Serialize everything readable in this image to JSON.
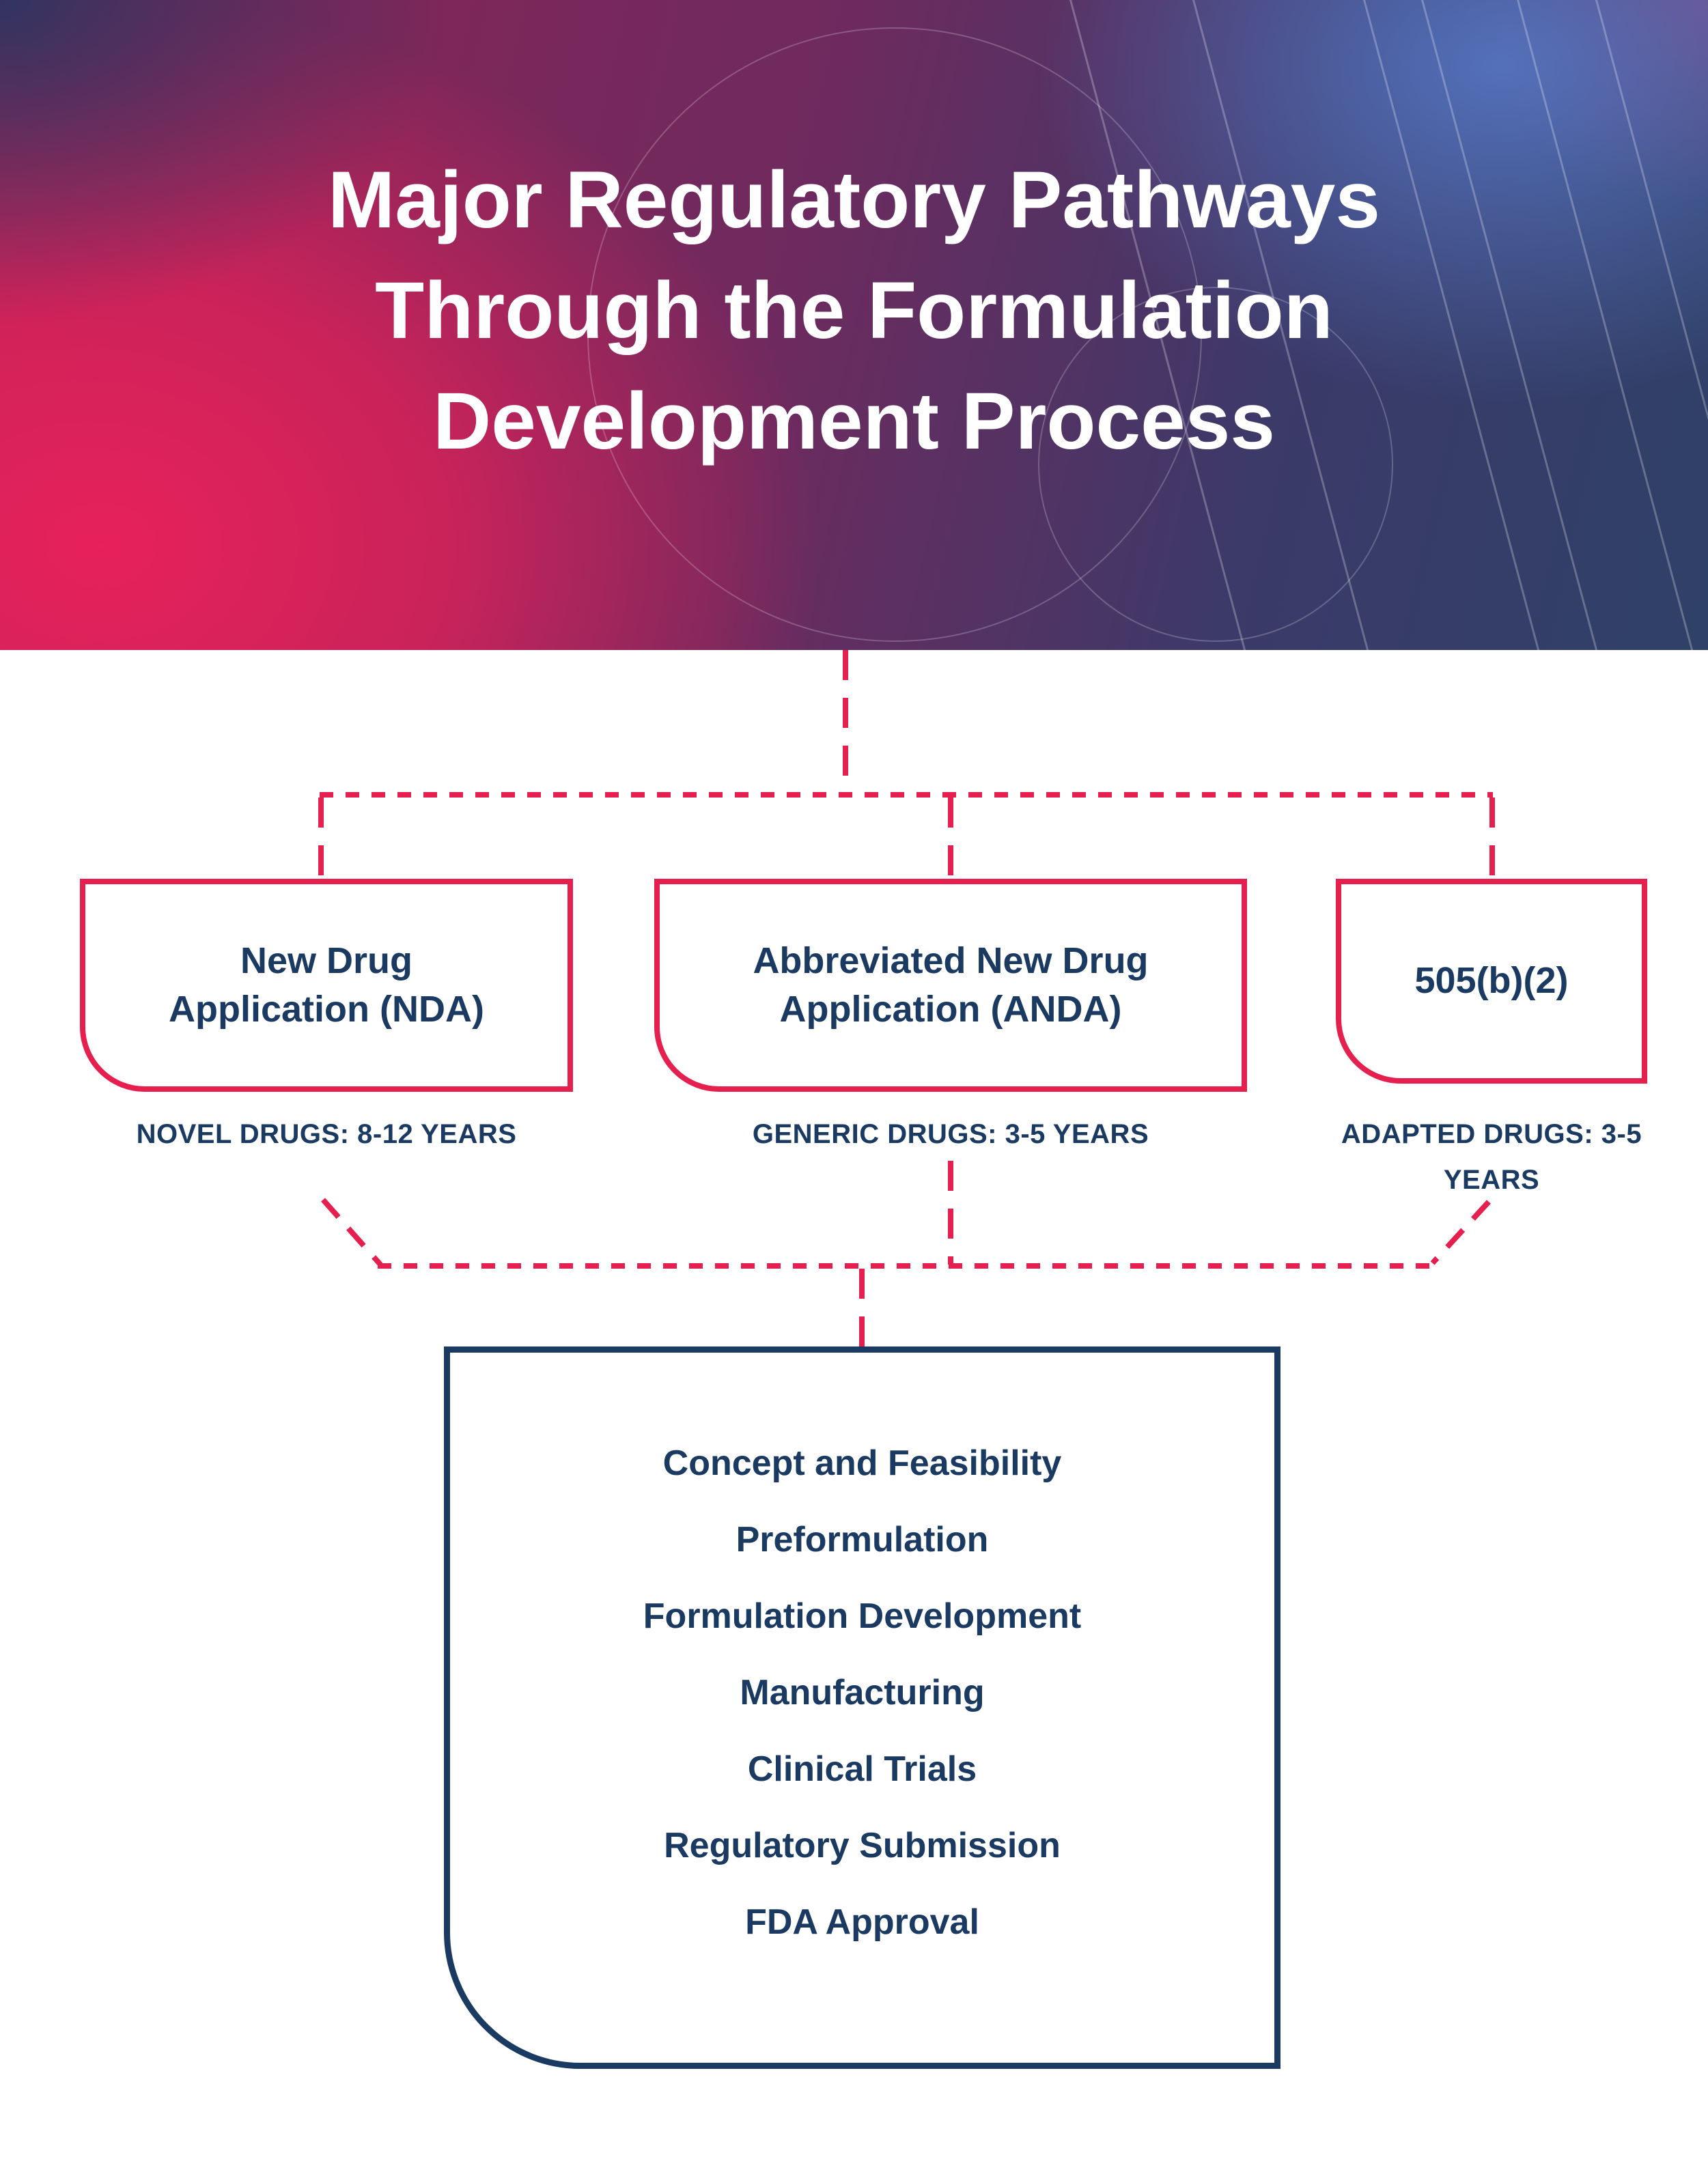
{
  "colors": {
    "accent_red": "#E6204E",
    "text_navy": "#1B3A62",
    "header_left": "#E7215A",
    "header_right": "#2F4168",
    "header_blue_glow": "#587AC8",
    "background": "#FFFFFF"
  },
  "header": {
    "title_lines": [
      "Major Regulatory Pathways",
      "Through the Formulation",
      "Development Process"
    ]
  },
  "pathways": [
    {
      "title": "New Drug Application (NDA)",
      "caption": "NOVEL DRUGS: 8-12 YEARS"
    },
    {
      "title": "Abbreviated New Drug Application (ANDA)",
      "caption": "GENERIC DRUGS: 3-5 YEARS"
    },
    {
      "title": "505(b)(2)",
      "caption": "ADAPTED DRUGS: 3-5 YEARS"
    }
  ],
  "process_box": {
    "steps": [
      "Concept and Feasibility",
      "Preformulation",
      "Formulation Development",
      "Manufacturing",
      "Clinical Trials",
      "Regulatory Submission",
      "FDA Approval"
    ]
  }
}
